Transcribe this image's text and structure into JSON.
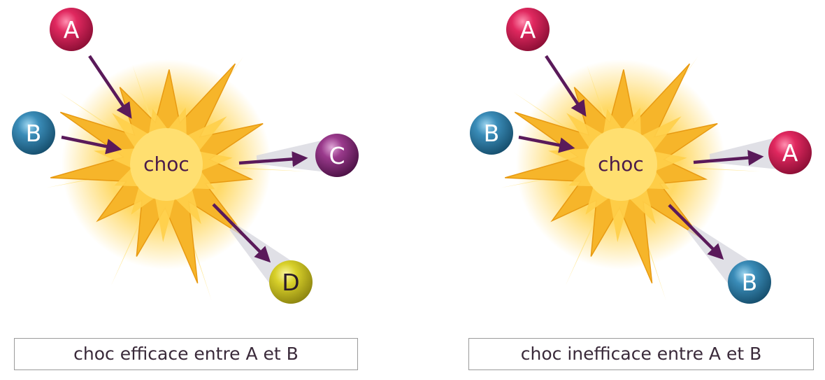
{
  "panels": [
    {
      "center_label": "choc",
      "caption": "choc efficace entre A et B",
      "incoming": [
        {
          "label": "A",
          "color": "#c71a4e"
        },
        {
          "label": "B",
          "color": "#2c7aa5"
        }
      ],
      "outgoing": [
        {
          "label": "C",
          "color": "#8a2a7e"
        },
        {
          "label": "D",
          "color": "#c9c21b"
        }
      ]
    },
    {
      "center_label": "choc",
      "caption": "choc inefficace entre A et B",
      "incoming": [
        {
          "label": "A",
          "color": "#c71a4e"
        },
        {
          "label": "B",
          "color": "#2c7aa5"
        }
      ],
      "outgoing": [
        {
          "label": "A",
          "color": "#c71a4e"
        },
        {
          "label": "B",
          "color": "#2c7aa5"
        }
      ]
    }
  ],
  "colors": {
    "arrow": "#5a1a5a",
    "burst_fill": "#f6b52a",
    "burst_edge": "#e89a12",
    "glow": "#ffd24a",
    "label_text": "#4a1a4a"
  }
}
